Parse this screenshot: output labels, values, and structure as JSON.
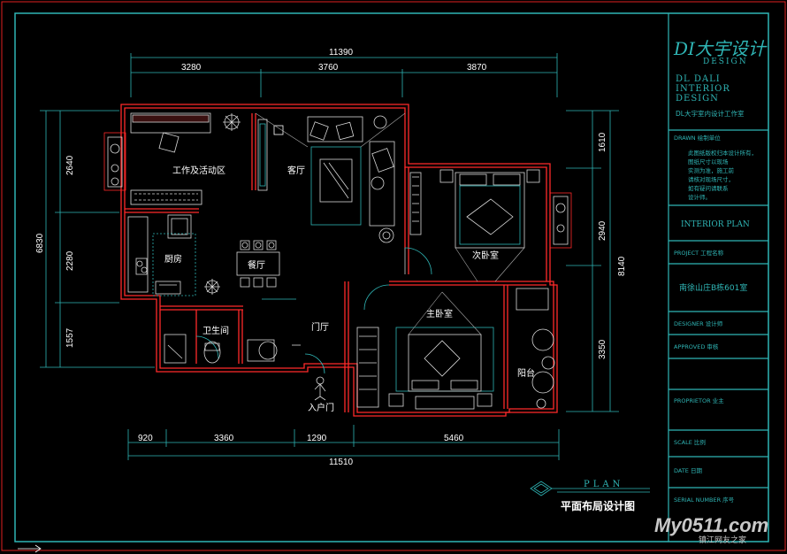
{
  "plan": {
    "rooms": {
      "work": "工作及活动区",
      "living": "客厅",
      "kitchen": "厨房",
      "dining": "餐厅",
      "second_bedroom": "次卧室",
      "bathroom": "卫生间",
      "foyer": "门厅",
      "master_bedroom": "主卧室",
      "balcony": "阳台",
      "entrance": "入户门"
    },
    "dimensions": {
      "top_total": "11390",
      "top_1": "3280",
      "top_2": "3760",
      "top_3": "3870",
      "left_total": "6830",
      "left_1": "2640",
      "left_2": "2280",
      "left_3": "1557",
      "right_1": "1610",
      "right_2": "2940",
      "right_total": "8140",
      "right_3": "3350",
      "bottom_1": "920",
      "bottom_2": "3360",
      "bottom_3": "1290",
      "bottom_4": "5460",
      "bottom_total": "11510"
    },
    "plan_label": "PLAN",
    "plan_title": "平面布局设计图"
  },
  "title_block": {
    "logo_main": "DI大宇设计",
    "logo_sub": "DESIGN",
    "company_en_1": "DL DALI",
    "company_en_2": "INTERIOR",
    "company_en_3": "DESIGN",
    "company_cn": "DL大宇室内设计工作室",
    "drawn_label": "DRAWN 绘制单位",
    "notes": [
      "此图纸版权归本设计所有，",
      "图纸尺寸以现场",
      "实测为准，施工前",
      "请核对现场尺寸，",
      "如有疑问请联系",
      "设计师。"
    ],
    "sheet_title": "INTERIOR PLAN",
    "project": "PROJECT 工程名称",
    "project_name": "南徐山庄B栋601室",
    "designer": "DESIGNER 设计师",
    "approved": "APPROVED 审核",
    "proprietor": "PROPRIETOR 业主",
    "scale": "SCALE 比例",
    "date": "DATE 日期",
    "serial": "SERIAL NUMBER 序号"
  },
  "watermark": {
    "text": "My0511.com",
    "caption": "镇江网友之家"
  },
  "colors": {
    "background": "#000000",
    "wall": "#ff2a2a",
    "cyan": "#2fb5b5",
    "white": "#ffffff",
    "furniture": "#d8d8d8"
  }
}
